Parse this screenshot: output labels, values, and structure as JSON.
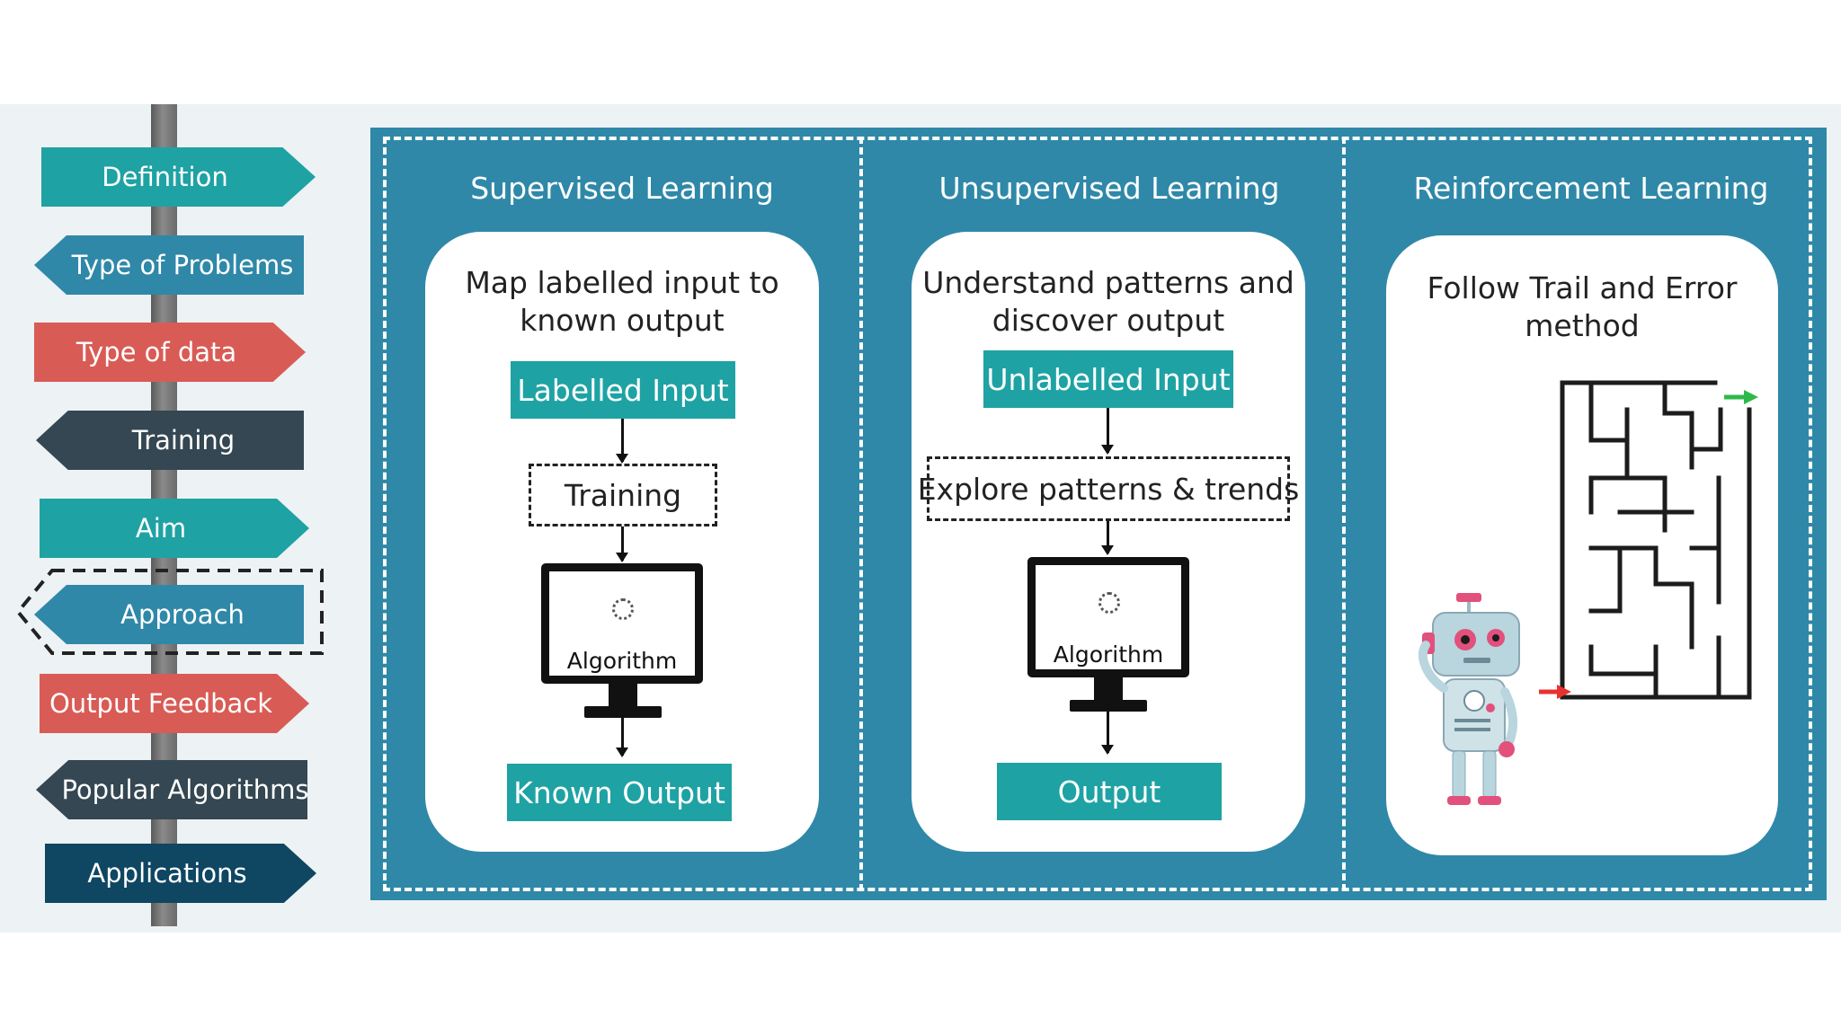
{
  "nav": {
    "items": [
      {
        "label": "Definition",
        "color": "#1fa2a4"
      },
      {
        "label": "Type of Problems",
        "color": "#2f88a8"
      },
      {
        "label": "Type of data",
        "color": "#d95b55"
      },
      {
        "label": "Training",
        "color": "#344752"
      },
      {
        "label": "Aim",
        "color": "#1fa2a4"
      },
      {
        "label": "Approach",
        "color": "#2f88a8"
      },
      {
        "label": "Output Feedback",
        "color": "#d95b55"
      },
      {
        "label": "Popular Algorithms",
        "color": "#344752"
      },
      {
        "label": "Applications",
        "color": "#0f4662"
      }
    ],
    "selected": "Approach"
  },
  "columns": {
    "supervised": {
      "title": "Supervised Learning",
      "description": "Map labelled input to known output",
      "input": "Labelled Input",
      "process": "Training",
      "algorithm": "Algorithm",
      "output": "Known Output"
    },
    "unsupervised": {
      "title": "Unsupervised Learning",
      "description": "Understand patterns and discover output",
      "input": "Unlabelled Input",
      "process": "Explore patterns & trends",
      "algorithm": "Algorithm",
      "output": "Output"
    },
    "reinforcement": {
      "title": "Reinforcement Learning",
      "description": "Follow Trail and Error method"
    }
  },
  "colors": {
    "panel": "#2f88a8",
    "teal": "#1fa2a4",
    "maze_entry_arrow": "#e8322f",
    "maze_exit_arrow": "#2fb84a"
  },
  "icons": [
    "monitor-icon",
    "loading-spinner-icon",
    "maze-icon",
    "robot-icon",
    "arrow-icon"
  ]
}
